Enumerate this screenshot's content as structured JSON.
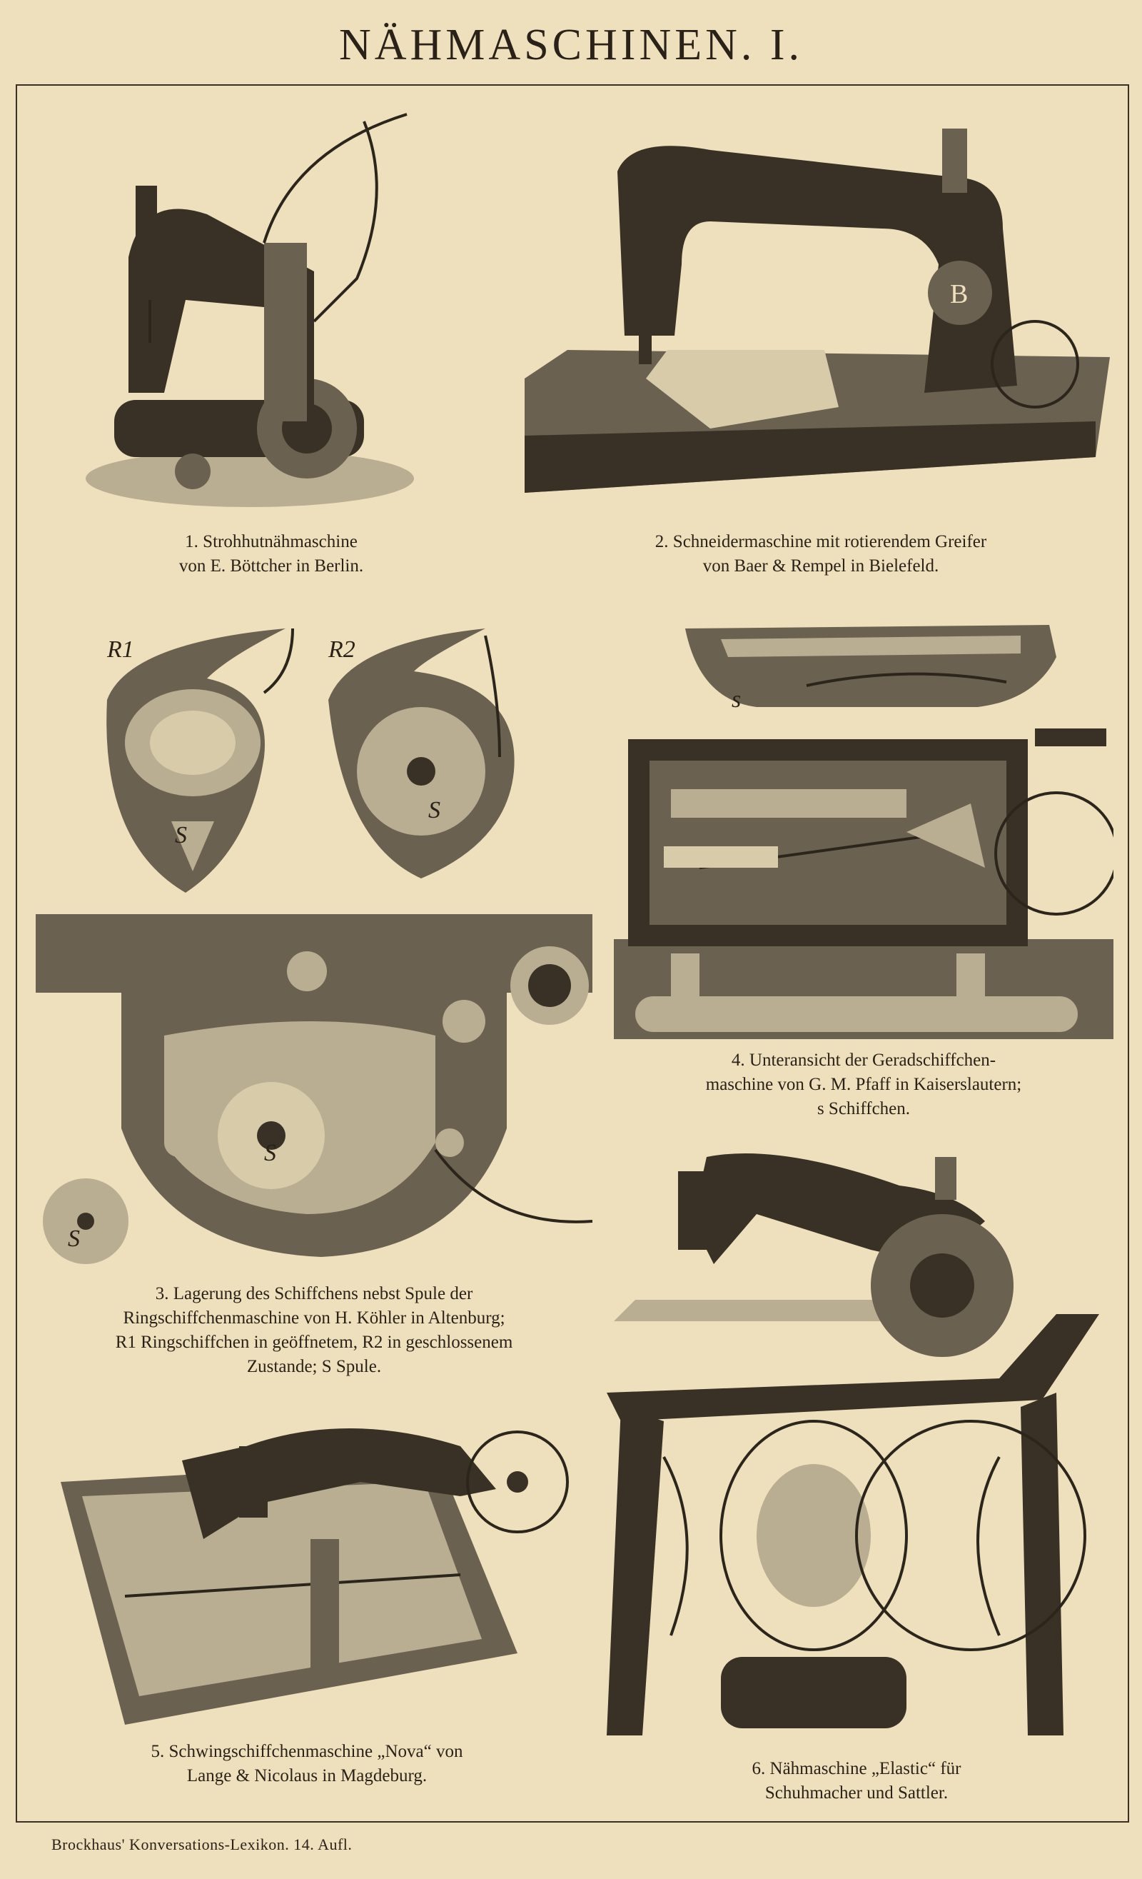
{
  "page": {
    "title": "NÄHMASCHINEN. I.",
    "footer": "Brockhaus' Konversations-Lexikon. 14. Aufl."
  },
  "figures": [
    {
      "caption": "1. Strohhutnähmaschine\nvon E. Böttcher in Berlin."
    },
    {
      "caption": "2. Schneidermaschine mit rotierendem Greifer\nvon Baer & Rempel in Bielefeld.",
      "plate_letter": "B"
    },
    {
      "caption": "3. Lagerung des Schiffchens nebst Spule der\nRingschiffchenmaschine von H. Köhler in Altenburg;\nR1 Ringschiffchen in geöffnetem, R2 in geschlossenem\nZustande; S Spule.",
      "labels": {
        "r1": "R1",
        "r2": "R2",
        "s": "S"
      }
    },
    {
      "caption": "4. Unteransicht der Geradschiffchen-\nmaschine von G. M. Pfaff in Kaiserslautern;\ns Schiffchen.",
      "label_s": "s"
    },
    {
      "caption": "5. Schwingschiffchenmaschine „Nova“ von\nLange & Nicolaus in Magdeburg."
    },
    {
      "caption": "6. Nähmaschine „Elastic“ für\nSchuhmacher und Sattler."
    }
  ]
}
